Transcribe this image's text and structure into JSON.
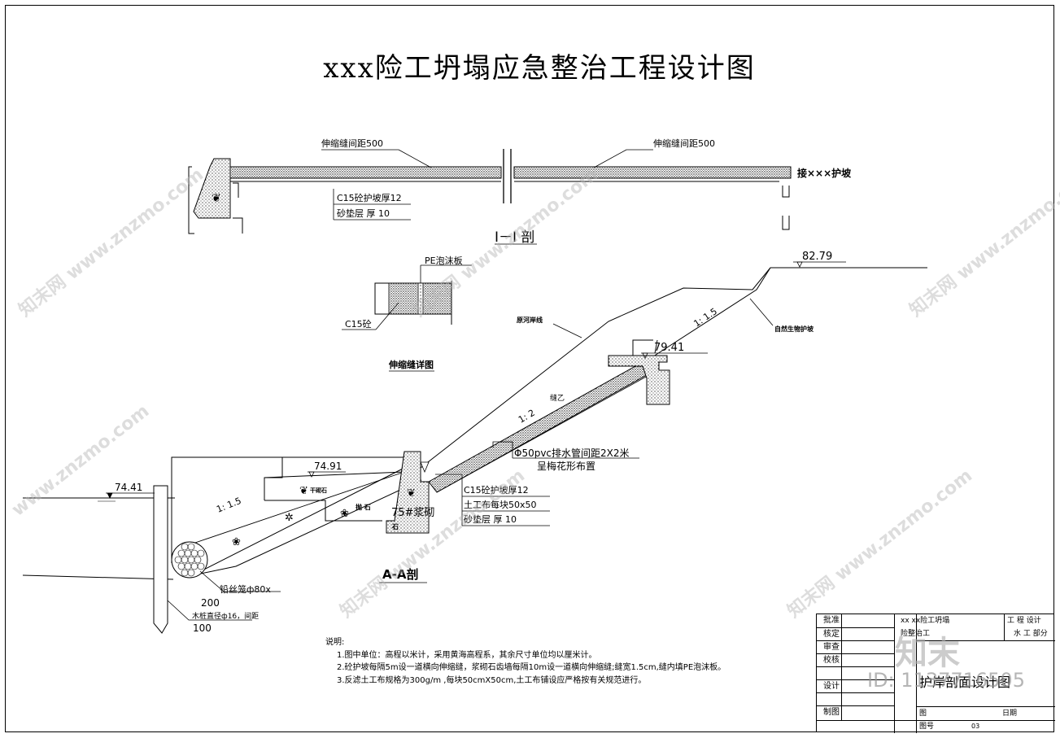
{
  "title": "xxx险工坍塌应急整治工程设计图",
  "section_1": {
    "label": "I－I 剖",
    "joint_spacing_left": "伸缩缝间距500",
    "joint_spacing_right": "伸缩缝间距500",
    "connect_label": "接×××护坡",
    "slab_label": "C15砼护坡厚12",
    "sand_label": "砂垫层  厚   10"
  },
  "joint_detail": {
    "label": "伸缩缝详图",
    "pe_label": "PE泡沫板",
    "c15_label": "C15砼"
  },
  "section_a": {
    "label": "A-A剖",
    "elev_top": "82.79",
    "elev_mid": "79.41",
    "elev_berm": "74.91",
    "elev_water": "74.41",
    "slope_upper": "1: 1.5",
    "slope_mid": "1: 2",
    "slope_lower": "1: 1.5",
    "original_bank": "原河岸线",
    "eco_slope": "自然生物护坡",
    "seam": "缝乙",
    "drain_pipe": "Φ50pvc排水管间距2X2米",
    "drain_layout": "呈梅花形布置",
    "layer_slab": "C15砼护坡厚12",
    "layer_geo": "土工布每块50x50",
    "layer_sand": "砂垫层  厚   10",
    "dry_stone": "干砌石",
    "riprap": "抛  石",
    "mortar_stone": "75#浆砌",
    "mortar_stone_2": "石",
    "wire_cage": "铅丝笼ф80x",
    "wire_cage_2": "200",
    "pile": "木桩直径ф16，间距",
    "pile_2": "100"
  },
  "notes": {
    "heading": "说明:",
    "items": [
      "1.图中单位：高程以米计，采用黄海高程系，其余尺寸单位均以厘米计。",
      "2.砼护坡每隔5m设一道横向伸缩缝，浆砌石齿墙每隔10m设一道横向伸缩缝;缝宽1.5cm,缝内填PE泡沫板。",
      "3.反滤土工布规格为300g/m ,每块50cmX50cm,土工布铺设应严格按有关规范进行。"
    ]
  },
  "title_block": {
    "rows": [
      "批准",
      "核定",
      "审查",
      "校核",
      "设计",
      "制图"
    ],
    "project_1": "xx xx险工坍塌",
    "project_2": "险整治工",
    "dept_1": "工    程  设计",
    "dept_2": "水    工  部分",
    "drawing_name": "护岸剖面设计图",
    "drawing_no_label": "图号",
    "drawing_no": "03",
    "page_label": "图",
    "date_label": "日期"
  },
  "watermark": {
    "text": "www.znzmo.com",
    "brand": "知末网",
    "corner": "知末",
    "id": "ID: 1137716505"
  }
}
